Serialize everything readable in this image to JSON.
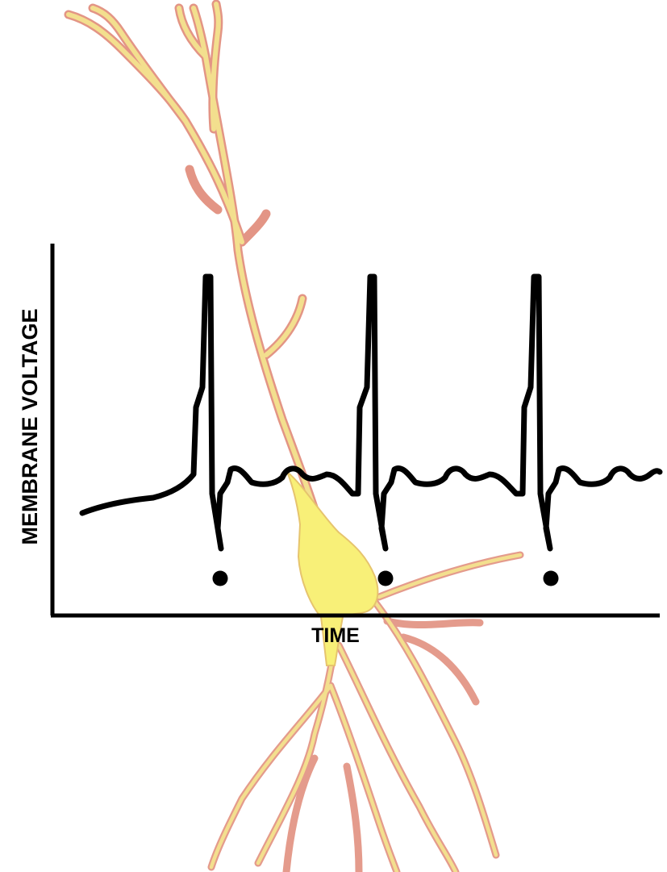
{
  "figure": {
    "x_axis_label": "TIME",
    "y_axis_label": "MEMBRANE VOLTAGE"
  },
  "neuron": {
    "soma_color": "#f8f078",
    "dendrite_fill_color": "#f3df8e",
    "dendrite_outline_color": "#e08a78"
  },
  "trace": {
    "color": "#000000",
    "spike_count": 3
  }
}
